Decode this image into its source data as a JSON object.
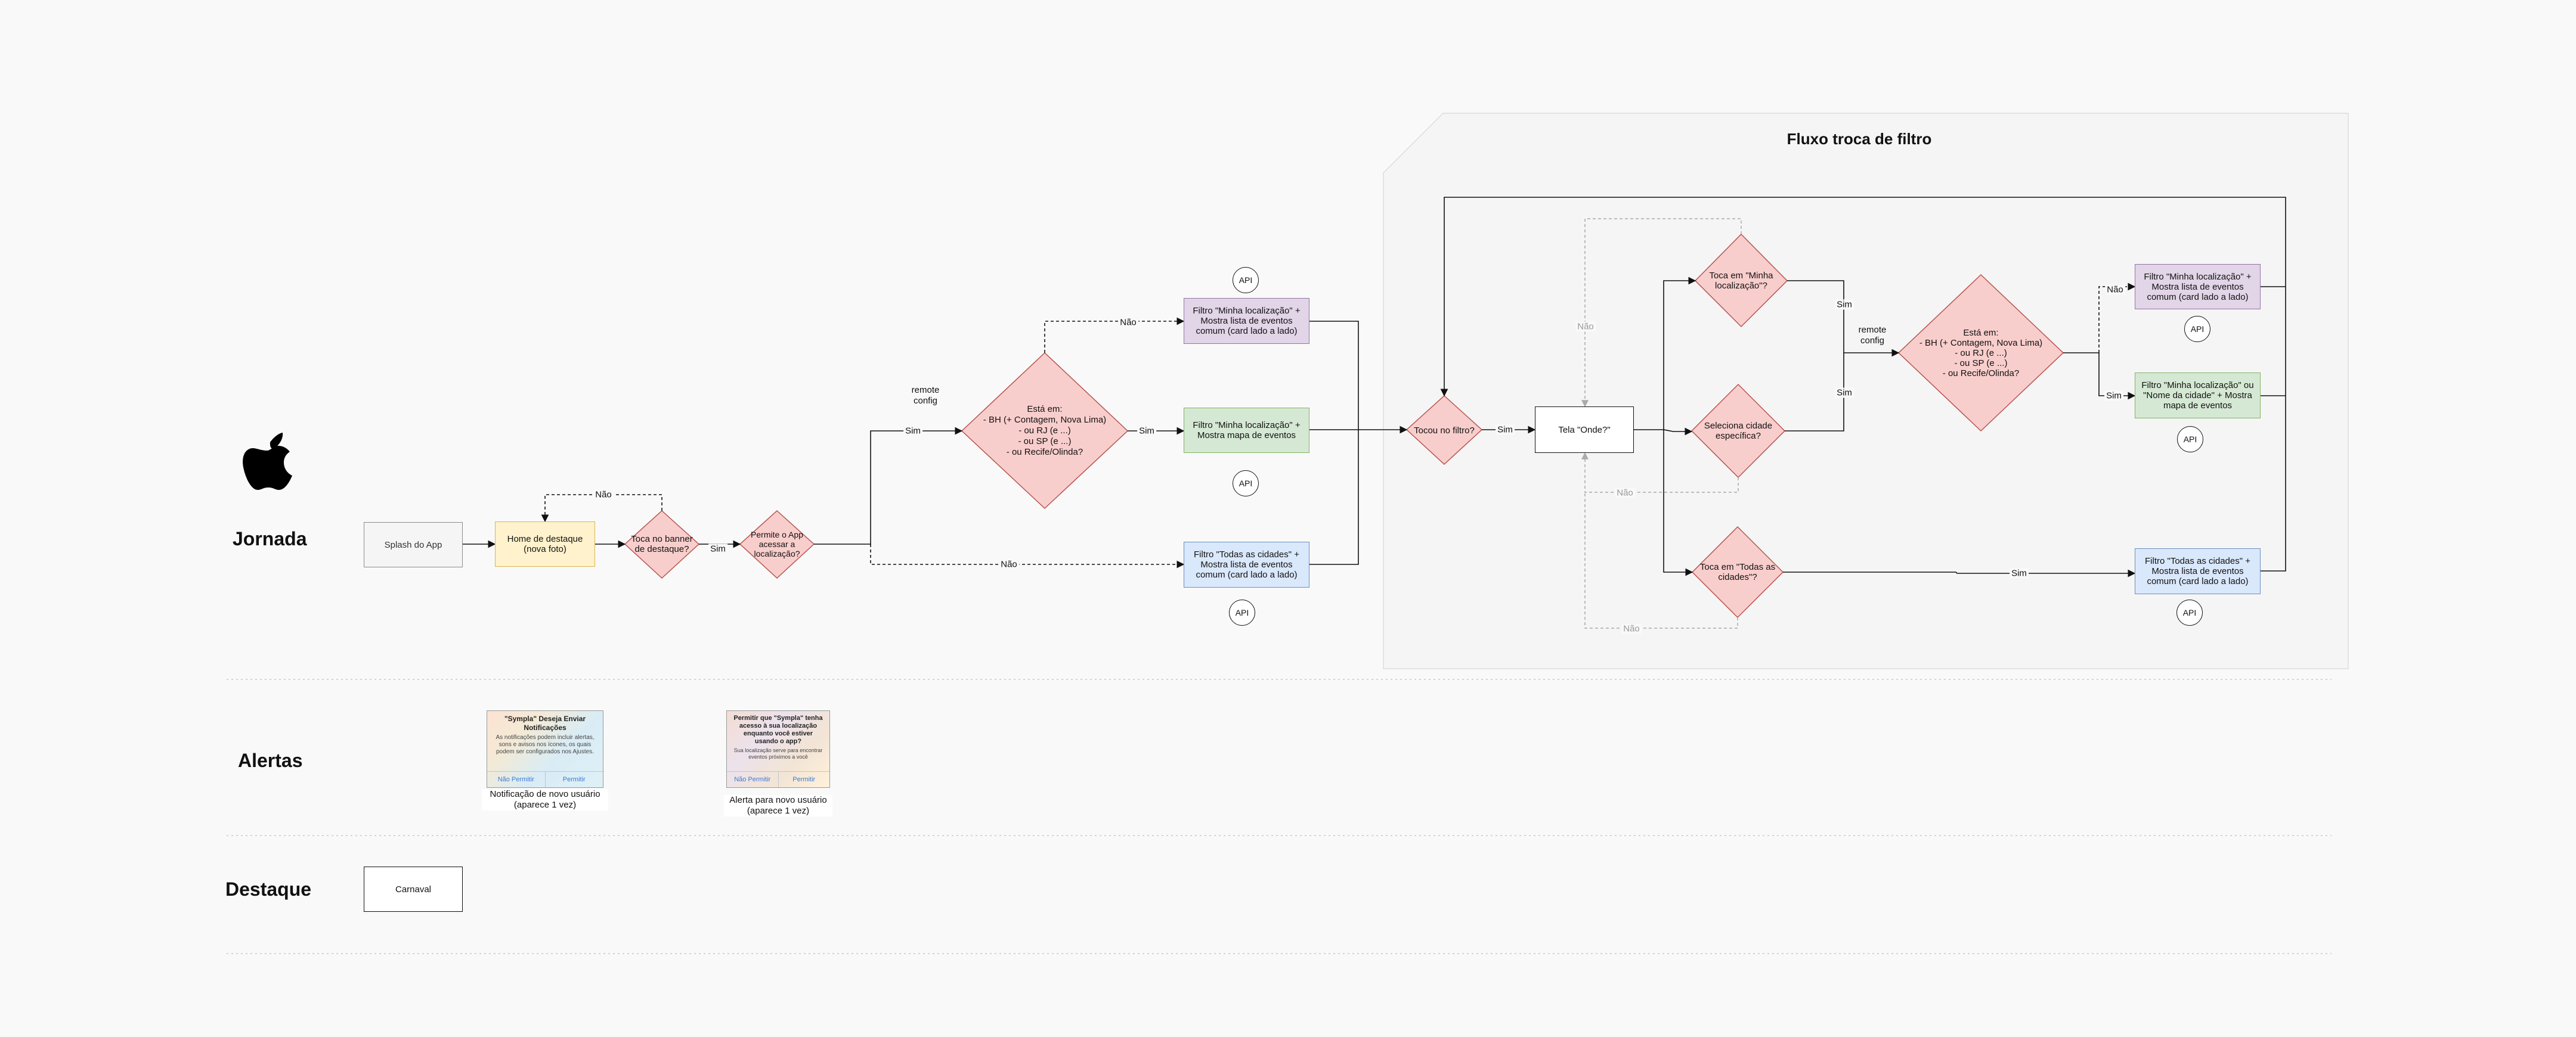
{
  "lanes": {
    "jornada": "Jornada",
    "alertas": "Alertas",
    "destaque": "Destaque"
  },
  "group": {
    "title": "Fluxo troca de filtro"
  },
  "nodes": {
    "splash": "Splash do App",
    "home": "Home de destaque\n(nova foto)",
    "banner_q": "Toca no banner\nde destaque?",
    "permite_q": "Permite o App\nacessar a\nlocalização?",
    "esta_em_q": "Está em:\n- BH (+ Contagem, Nova Lima)\n- ou RJ (e ...)\n- ou SP (e ...)\n- ou Recife/Olinda?",
    "filtro_minha_lista": "Filtro \"Minha localização\" +\nMostra lista de eventos\ncomum (card lado a lado)",
    "filtro_minha_mapa": "Filtro \"Minha localização\" +\nMostra mapa de eventos",
    "filtro_todas_lista": "Filtro \"Todas as cidades\" +\nMostra lista de eventos\ncomum (card lado a lado)",
    "tocou_filtro_q": "Tocou no filtro?",
    "tela_onde": "Tela \"Onde?\"",
    "toca_minha_q": "Toca em \"Minha\nlocalização\"?",
    "seleciona_q": "Seleciona cidade\nespecífica?",
    "toca_todas_q": "Toca em \"Todas as\ncidades\"?",
    "esta_em_q2": "Está em:\n- BH (+ Contagem, Nova Lima)\n- ou RJ (e ...)\n- ou SP (e ...)\n- ou Recife/Olinda?",
    "filtro_minha_lista2": "Filtro \"Minha localização\" +\nMostra lista de eventos\ncomum (card lado a lado)",
    "filtro_minha_cidade_mapa": "Filtro \"Minha localização\" ou\n\"Nome da cidade\" + Mostra\nmapa de eventos",
    "filtro_todas_lista2": "Filtro \"Todas as cidades\" +\nMostra lista de eventos\ncomum (card lado a lado)",
    "carnaval": "Carnaval"
  },
  "api_label": "API",
  "edge_labels": {
    "sim": "Sim",
    "nao": "Não"
  },
  "notes": {
    "remote_config": "remote\nconfig"
  },
  "alerts": [
    {
      "title": "\"Sympla\" Deseja Enviar\nNotificações",
      "body": "As notificações podem incluir alertas,\nsons e avisos nos ícones, os quais\npodem ser configurados nos Ajustes.",
      "button_left": "Não Permitir",
      "button_right": "Permitir",
      "caption": "Notificação de novo usuário\n(aparece 1 vez)"
    },
    {
      "title": "Permitir que \"Sympla\" tenha\nacesso à sua localização\nenquanto você estiver\nusando o app?",
      "body": "Sua localização serve para encontrar\neventos próximos a você",
      "button_left": "Não Permitir",
      "button_right": "Permitir",
      "caption": "Alerta para novo usuário\n(aparece 1 vez)"
    }
  ],
  "colors": {
    "background": "#f9f9f9",
    "decision_fill": "#f8cecc",
    "decision_stroke": "#b85450",
    "yellow": "#fff2cc",
    "purple": "#e1d5e7",
    "green": "#d5e8d4",
    "blue": "#dae8fc",
    "group_fill": "#f5f5f5"
  }
}
